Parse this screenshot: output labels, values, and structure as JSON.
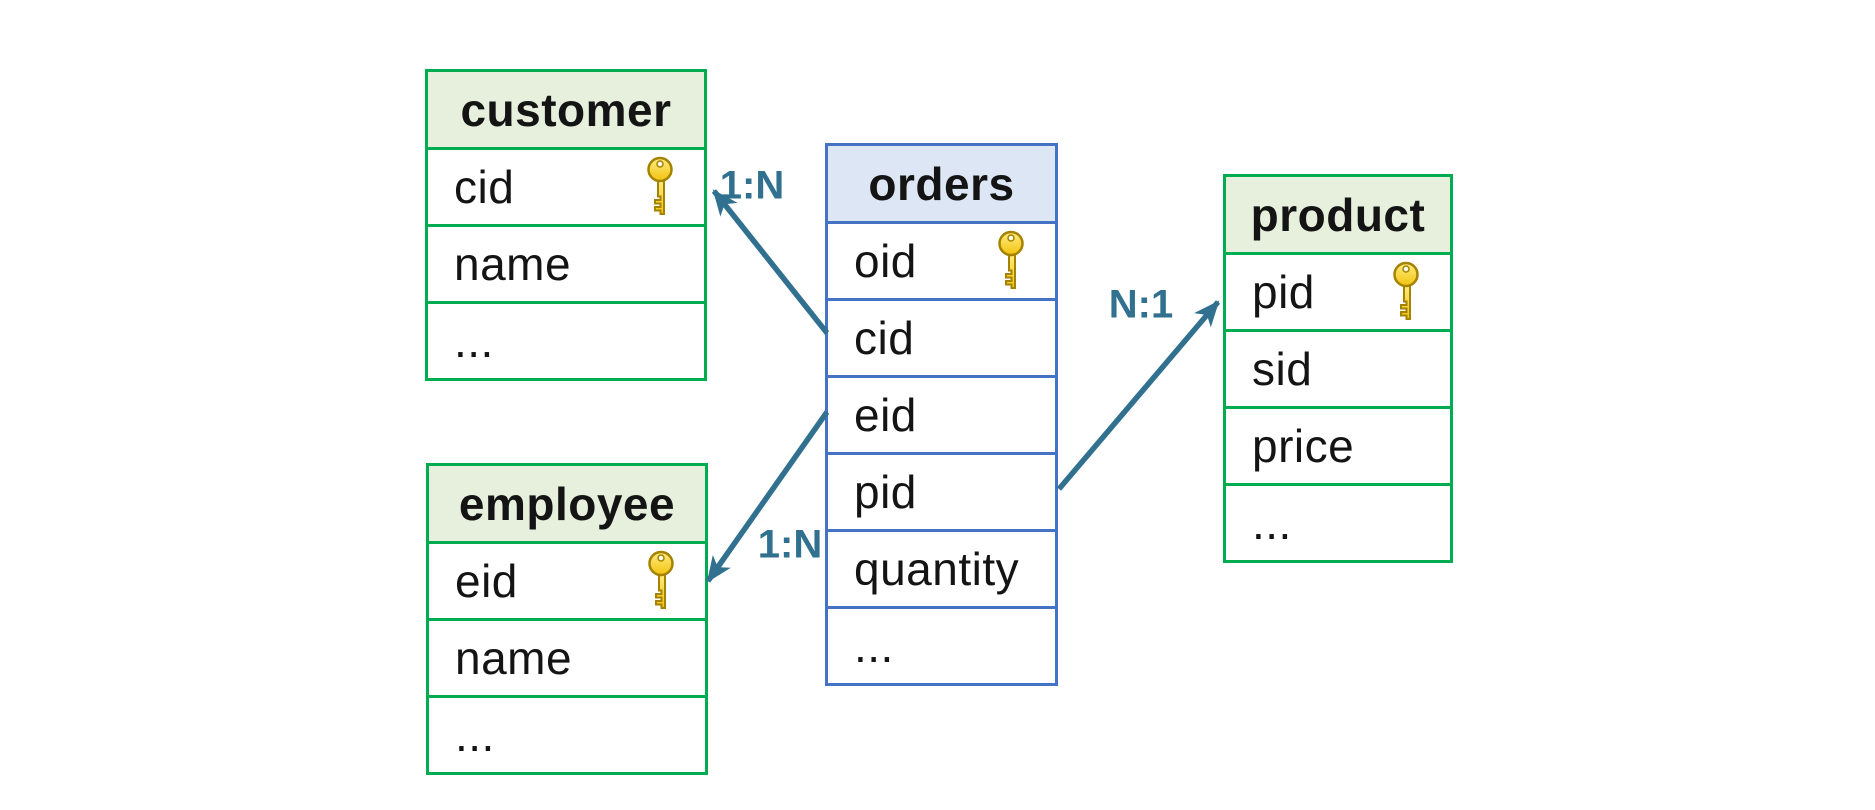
{
  "diagram": {
    "tables": {
      "customer": {
        "title": "customer",
        "rows": [
          {
            "label": "cid",
            "icon": "key-icon"
          },
          {
            "label": "name"
          },
          {
            "label": "..."
          }
        ]
      },
      "orders": {
        "title": "orders",
        "rows": [
          {
            "label": "oid",
            "icon": "key-icon"
          },
          {
            "label": "cid"
          },
          {
            "label": "eid"
          },
          {
            "label": "pid"
          },
          {
            "label": "quantity"
          },
          {
            "label": "..."
          }
        ]
      },
      "employee": {
        "title": "employee",
        "rows": [
          {
            "label": "eid",
            "icon": "key-icon"
          },
          {
            "label": "name"
          },
          {
            "label": "..."
          }
        ]
      },
      "product": {
        "title": "product",
        "rows": [
          {
            "label": "pid",
            "icon": "key-icon"
          },
          {
            "label": "sid"
          },
          {
            "label": "price"
          },
          {
            "label": "..."
          }
        ]
      }
    },
    "relations": [
      {
        "label": "1:N",
        "from": "orders.cid",
        "to": "customer.cid"
      },
      {
        "label": "1:N",
        "from": "orders.eid",
        "to": "employee.eid"
      },
      {
        "label": "N:1",
        "from": "orders.pid",
        "to": "product.pid"
      }
    ],
    "colors": {
      "green_table_border": "#00AC50",
      "green_table_header_fill": "#E6F0DD",
      "blue_table_border": "#4472C4",
      "blue_table_header_fill": "#DCE6F5",
      "arrow_and_label": "#31718F",
      "key_gold": "#F2C40E",
      "text": "#141414"
    }
  }
}
